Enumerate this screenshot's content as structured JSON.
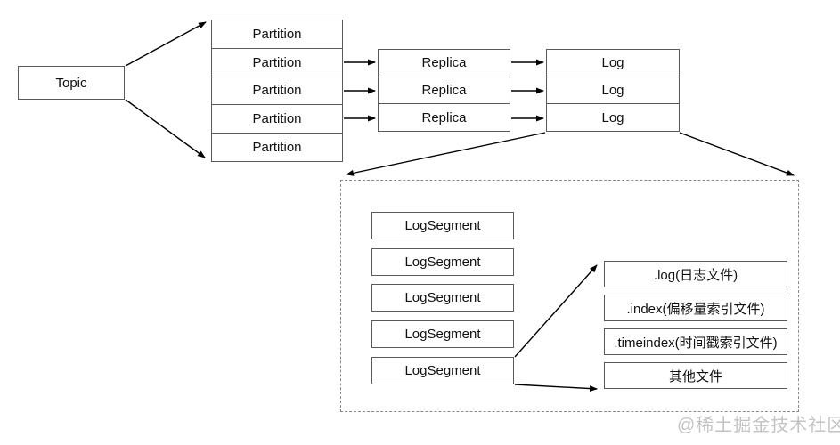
{
  "diagram": {
    "topic": {
      "label": "Topic"
    },
    "partitions": [
      "Partition",
      "Partition",
      "Partition",
      "Partition",
      "Partition"
    ],
    "replicas": [
      "Replica",
      "Replica",
      "Replica"
    ],
    "logs": [
      "Log",
      "Log",
      "Log"
    ],
    "log_segments": [
      "LogSegment",
      "LogSegment",
      "LogSegment",
      "LogSegment",
      "LogSegment"
    ],
    "files": [
      ".log(日志文件)",
      ".index(偏移量索引文件)",
      ".timeindex(时间戳索引文件)",
      "其他文件"
    ],
    "watermark": "@稀土掘金技术社区",
    "colors": {
      "background": "#ffffff",
      "box_border": "#5a5a5a",
      "dashed_border": "#8a8a8a",
      "arrow": "#000000",
      "text": "#111111",
      "watermark": "#c3c3c3"
    }
  }
}
